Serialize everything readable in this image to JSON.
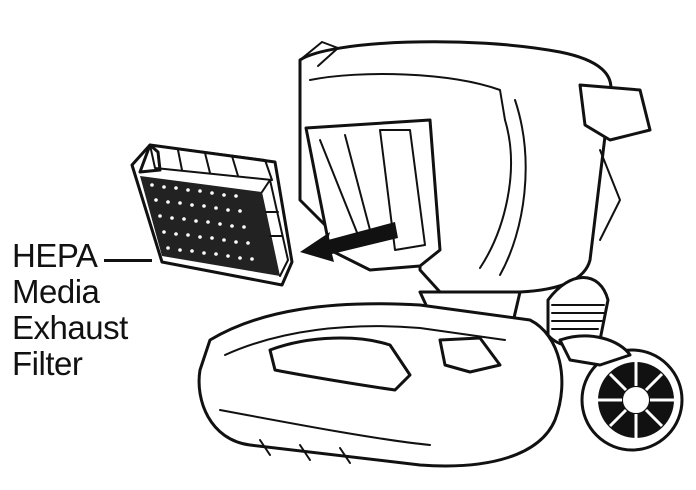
{
  "diagram": {
    "callout_label_lines": [
      "HEPA",
      "Media",
      "Exhaust",
      "Filter"
    ],
    "icons": [
      "vacuum-cleaner-illustration",
      "hepa-filter-illustration",
      "removal-arrow-icon"
    ]
  }
}
